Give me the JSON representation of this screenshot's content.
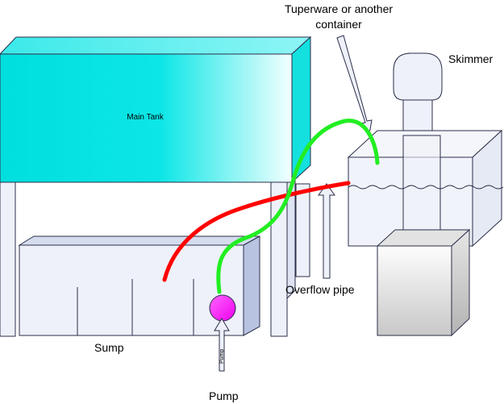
{
  "labels": {
    "main_tank": "Main Tank",
    "tuperware_line1": "Tuperware or another",
    "tuperware_line2": "container",
    "skimmer": "Skimmer",
    "overflow_pipe": "Overflow pipe",
    "sump": "Sump",
    "pump": "Pump",
    "pump_arrow_text": "Pump"
  },
  "colors": {
    "tank_cyan": "#00e5e5",
    "tank_top": "#4df0ea",
    "frame_fill": "#eef1f9",
    "frame_stroke": "#2b2f4a",
    "sump_side": "#b7c3e0",
    "red_hose": "#ff0000",
    "green_hose": "#22ee22",
    "pump_magenta": "#ff00ff",
    "skimmer_base": "#d9d9d9"
  }
}
